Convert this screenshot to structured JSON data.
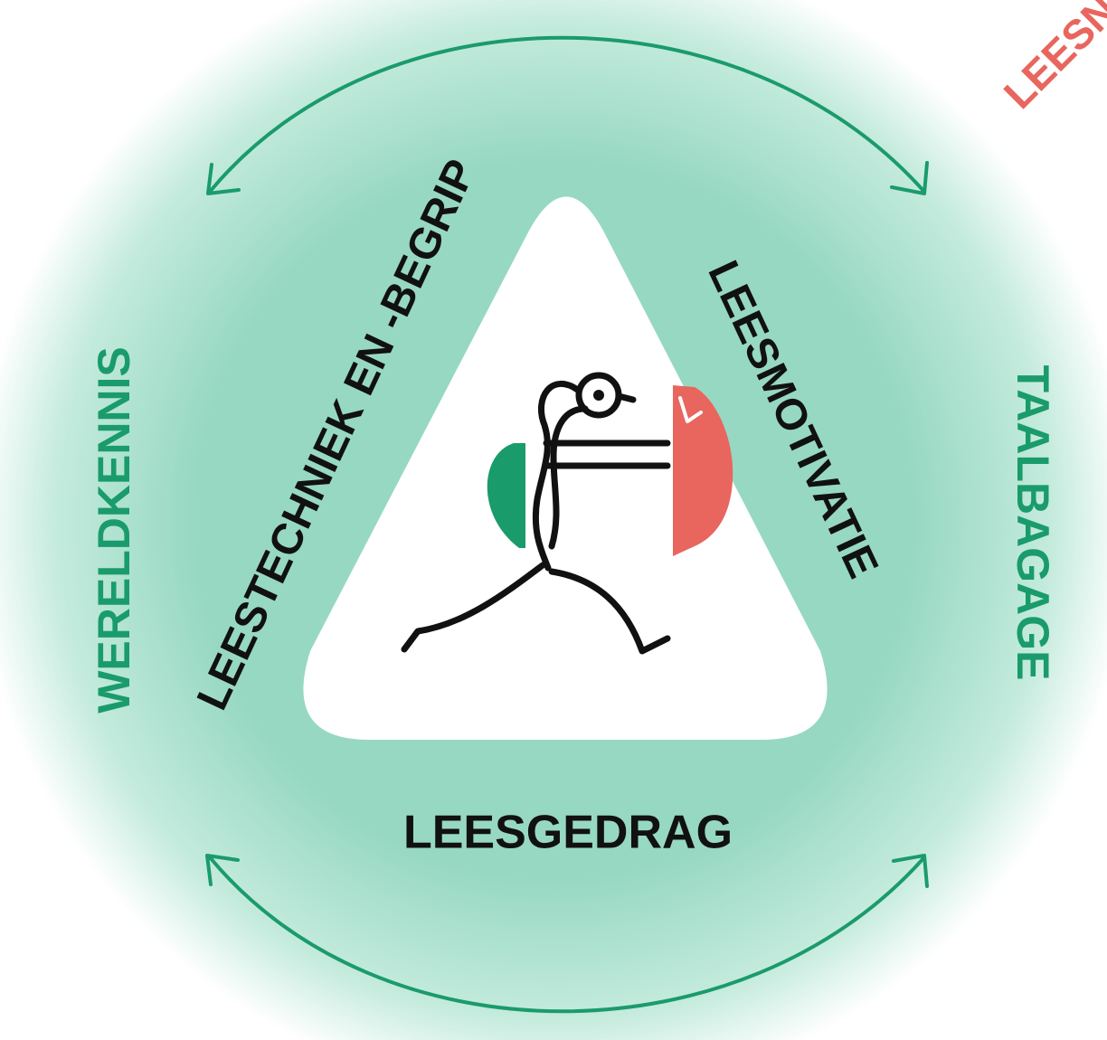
{
  "labels": {
    "top_left": "LEESTECHNIEK EN -BEGRIP",
    "top_right": "LEESMOTIVATIE",
    "bottom": "LEESGEDRAG",
    "outer_left": "WERELDKENNIS",
    "outer_right": "TAALBAGAGE",
    "corner_cut": "LEESN"
  },
  "colors": {
    "glow": "#97d8c3",
    "green": "#1a9b6c",
    "coral": "#e8665e",
    "ink": "#111111",
    "triangle": "#ffffff"
  },
  "icons": {
    "center": "runner-reading-book-icon",
    "arrows": "curved-double-arrow-icon"
  }
}
